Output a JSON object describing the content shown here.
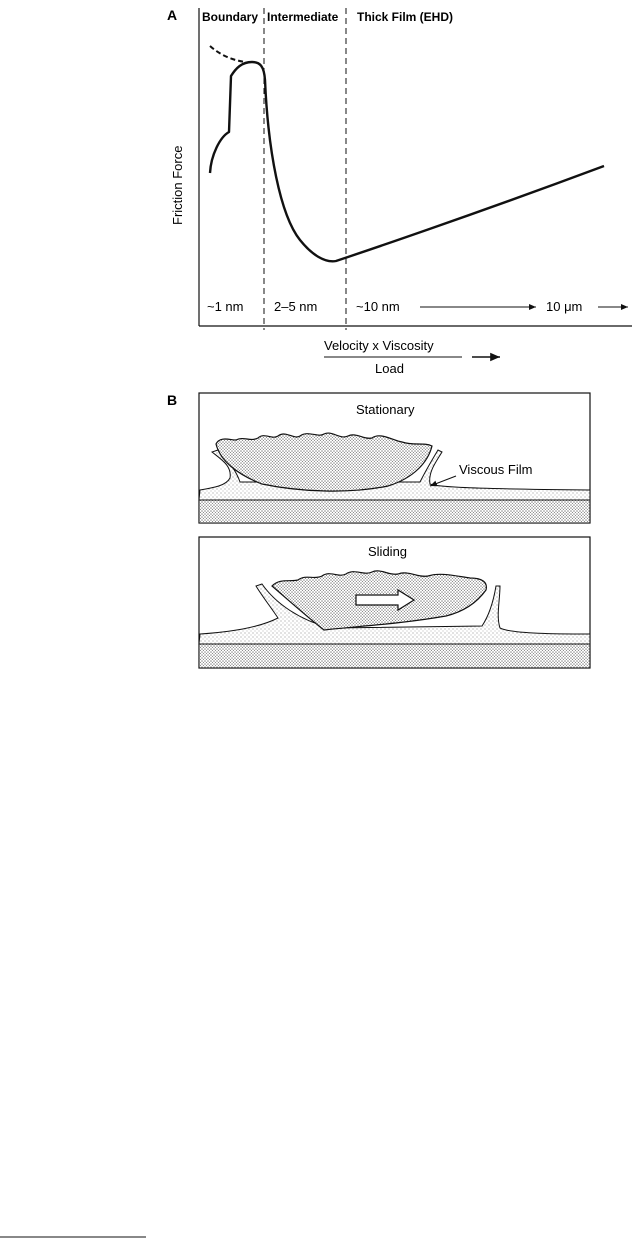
{
  "panel_a": {
    "letter": "A",
    "regimes": {
      "boundary": "Boundary",
      "intermediate": "Intermediate",
      "thick_film": "Thick Film (EHD)"
    },
    "y_axis_label": "Friction Force",
    "x_axis": {
      "numerator": "Velocity x Viscosity",
      "denominator": "Load"
    },
    "thickness_labels": {
      "boundary": "~1 nm",
      "intermediate": "2–5 nm",
      "thick_start": "~10 nm",
      "thick_end": "10 μm"
    }
  },
  "panel_b": {
    "letter": "B",
    "stationary": {
      "title": "Stationary",
      "film_label": "Viscous Film"
    },
    "sliding": {
      "title": "Sliding"
    }
  },
  "colors": {
    "ink": "#111111",
    "stipple": "#9a9a9a",
    "background": "#ffffff"
  }
}
